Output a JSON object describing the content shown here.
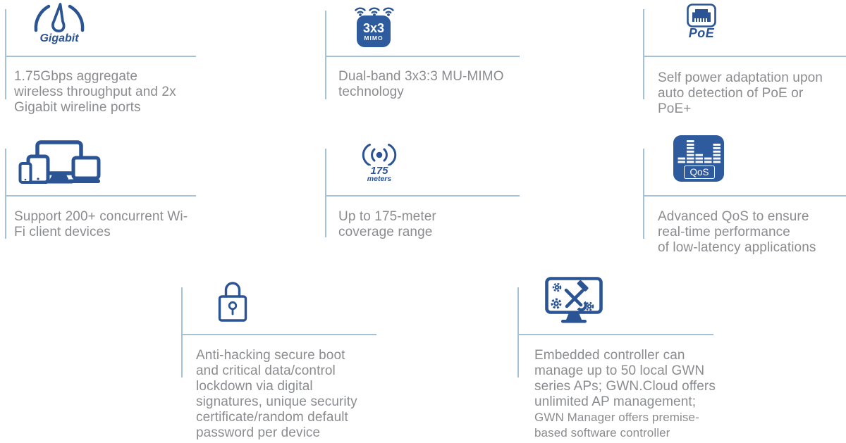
{
  "colors": {
    "icon_blue": "#2b5494",
    "icon_fill_blue": "#2e5b9e",
    "divider_blue": "#a4c2d6",
    "text_gray": "#8b8c8f",
    "background": "#ffffff"
  },
  "features": [
    {
      "id": "gigabit-throughput",
      "icon": "speedometer-icon",
      "icon_label": "Gigabit",
      "lines": [
        "1.75Gbps aggregate",
        "wireless throughput and 2x",
        "Gigabit wireline ports"
      ]
    },
    {
      "id": "mu-mimo",
      "icon": "wifi-mimo-icon",
      "icon_label": "3x3",
      "icon_sublabel": "MIMO",
      "lines": [
        "Dual-band 3x3:3 MU-MIMO",
        "technology"
      ]
    },
    {
      "id": "poe-power",
      "icon": "ethernet-port-icon",
      "icon_label": "PoE",
      "lines": [
        "Self power adaptation upon",
        "auto detection of PoE or",
        "PoE+"
      ]
    },
    {
      "id": "concurrent-clients",
      "icon": "client-devices-icon",
      "lines": [
        "Support 200+ concurrent Wi-",
        "Fi client devices"
      ]
    },
    {
      "id": "coverage-range",
      "icon": "wireless-range-icon",
      "icon_label": "175",
      "icon_sublabel": "meters",
      "lines": [
        "Up to 175-meter",
        "coverage range"
      ]
    },
    {
      "id": "qos",
      "icon": "qos-equalizer-icon",
      "icon_label": "QoS",
      "lines": [
        "Advanced QoS to ensure",
        "real-time performance",
        "of low-latency applications"
      ]
    },
    {
      "id": "security",
      "icon": "padlock-icon",
      "lines": [
        "Anti-hacking secure boot",
        "and critical data/control",
        "lockdown via digital",
        "signatures, unique security",
        "certificate/random default",
        "password per device"
      ]
    },
    {
      "id": "embedded-controller",
      "icon": "management-tools-icon",
      "lines": [
        "Embedded controller can",
        "manage up to 50 local GWN",
        "series APs; GWN.Cloud offers",
        "unlimited AP management;"
      ],
      "sub_lines": [
        "GWN Manager offers premise-",
        "based software controller"
      ]
    }
  ]
}
